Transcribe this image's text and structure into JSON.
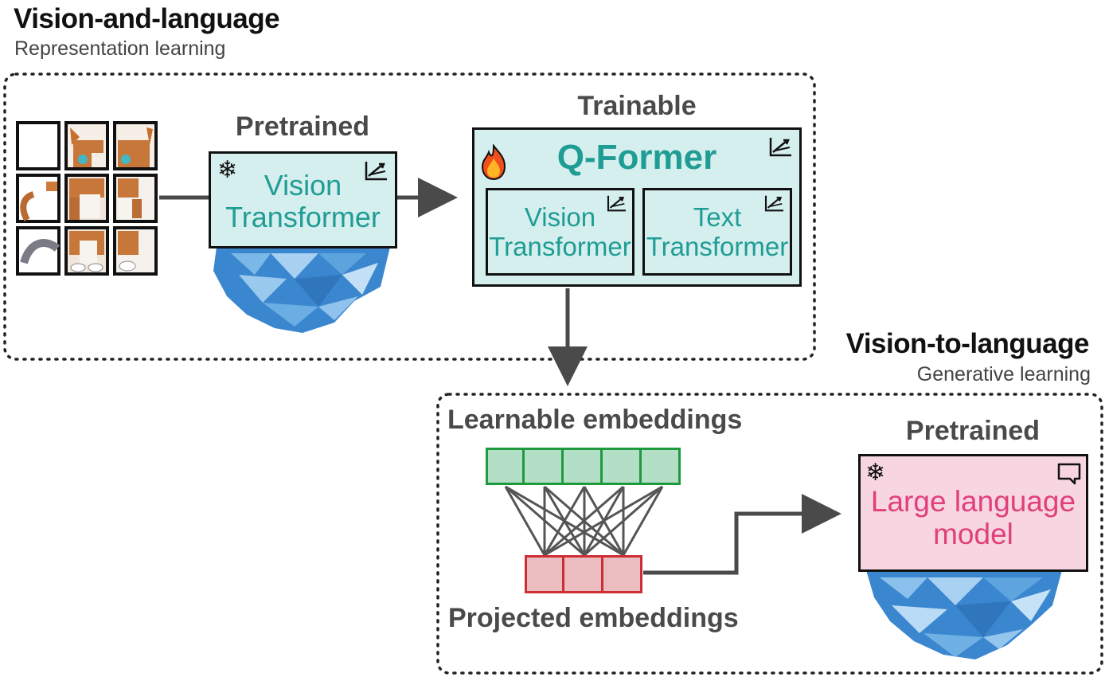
{
  "sections": {
    "vision_and_language": {
      "title": "Vision-and-language",
      "subtitle": "Representation learning"
    },
    "vision_to_language": {
      "title": "Vision-to-language",
      "subtitle": "Generative learning"
    }
  },
  "vision_encoder": {
    "status": "Pretrained",
    "label_line1": "Vision",
    "label_line2": "Transformer",
    "icon": "snowflake-icon"
  },
  "qformer": {
    "status": "Trainable",
    "title": "Q-Former",
    "icon": "fire-icon",
    "sub_vision_line1": "Vision",
    "sub_vision_line2": "Transformer",
    "sub_text_line1": "Text",
    "sub_text_line2": "Transformer"
  },
  "embeddings": {
    "learnable_label": "Learnable embeddings",
    "projected_label": "Projected embeddings",
    "learnable_count": 5,
    "projected_count": 3
  },
  "llm": {
    "status": "Pretrained",
    "label_line1": "Large language",
    "label_line2": "model",
    "icon": "snowflake-icon"
  },
  "colors": {
    "teal_box": "#d5eeee",
    "teal_text": "#1f9d94",
    "pink_box": "#f8d6e1",
    "pink_text": "#e0407a",
    "green_cell": "#b2dfc6",
    "green_border": "#1e9a3e",
    "red_cell": "#ebbcc0",
    "red_border": "#cc2e34",
    "arrow": "#4a4a4a"
  }
}
